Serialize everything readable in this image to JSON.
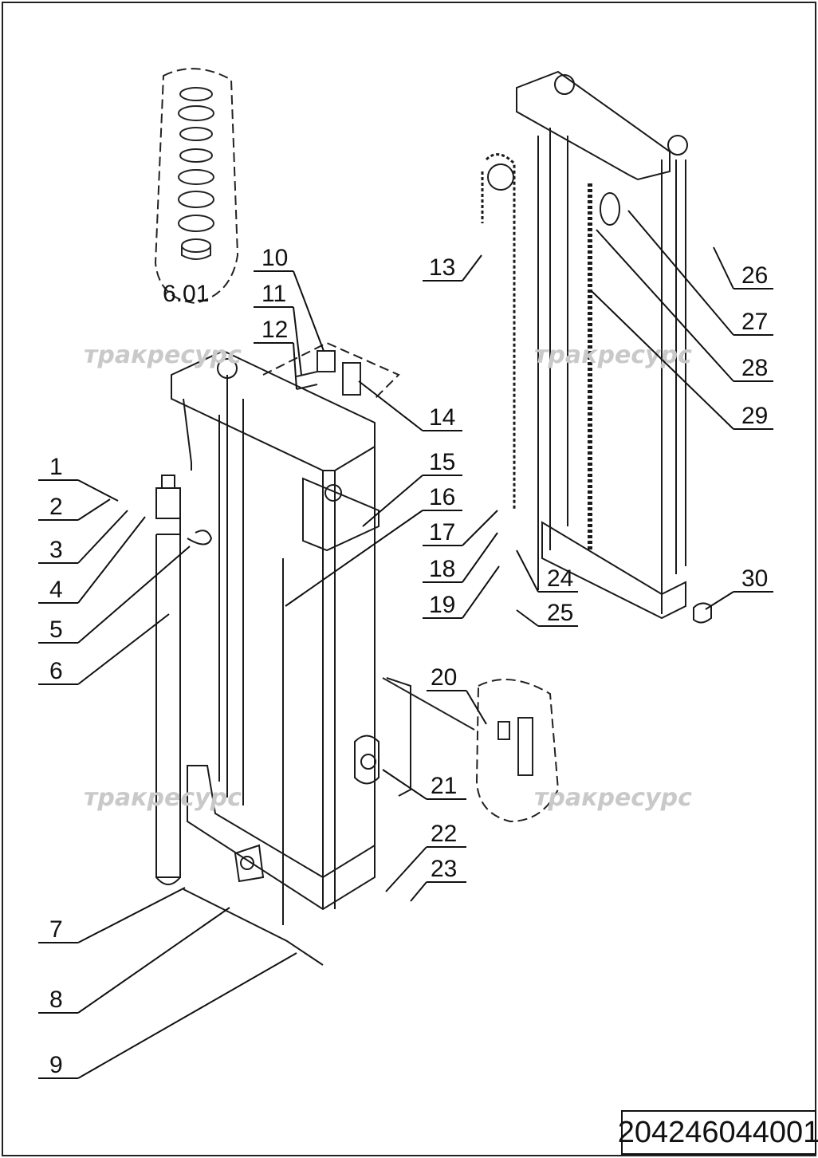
{
  "drawing": {
    "number": "204246044001",
    "watermark": "трак­ресурс",
    "watermark_text": "тракресурс",
    "seal_kit_label": "6.01"
  },
  "callouts": [
    "1",
    "2",
    "3",
    "4",
    "5",
    "6",
    "7",
    "8",
    "9",
    "10",
    "11",
    "12",
    "13",
    "14",
    "15",
    "16",
    "17",
    "18",
    "19",
    "20",
    "21",
    "22",
    "23",
    "24",
    "25",
    "26",
    "27",
    "28",
    "29",
    "30"
  ],
  "colors": {
    "line": "#1a1a1a",
    "watermark": "#c9c9c9"
  }
}
